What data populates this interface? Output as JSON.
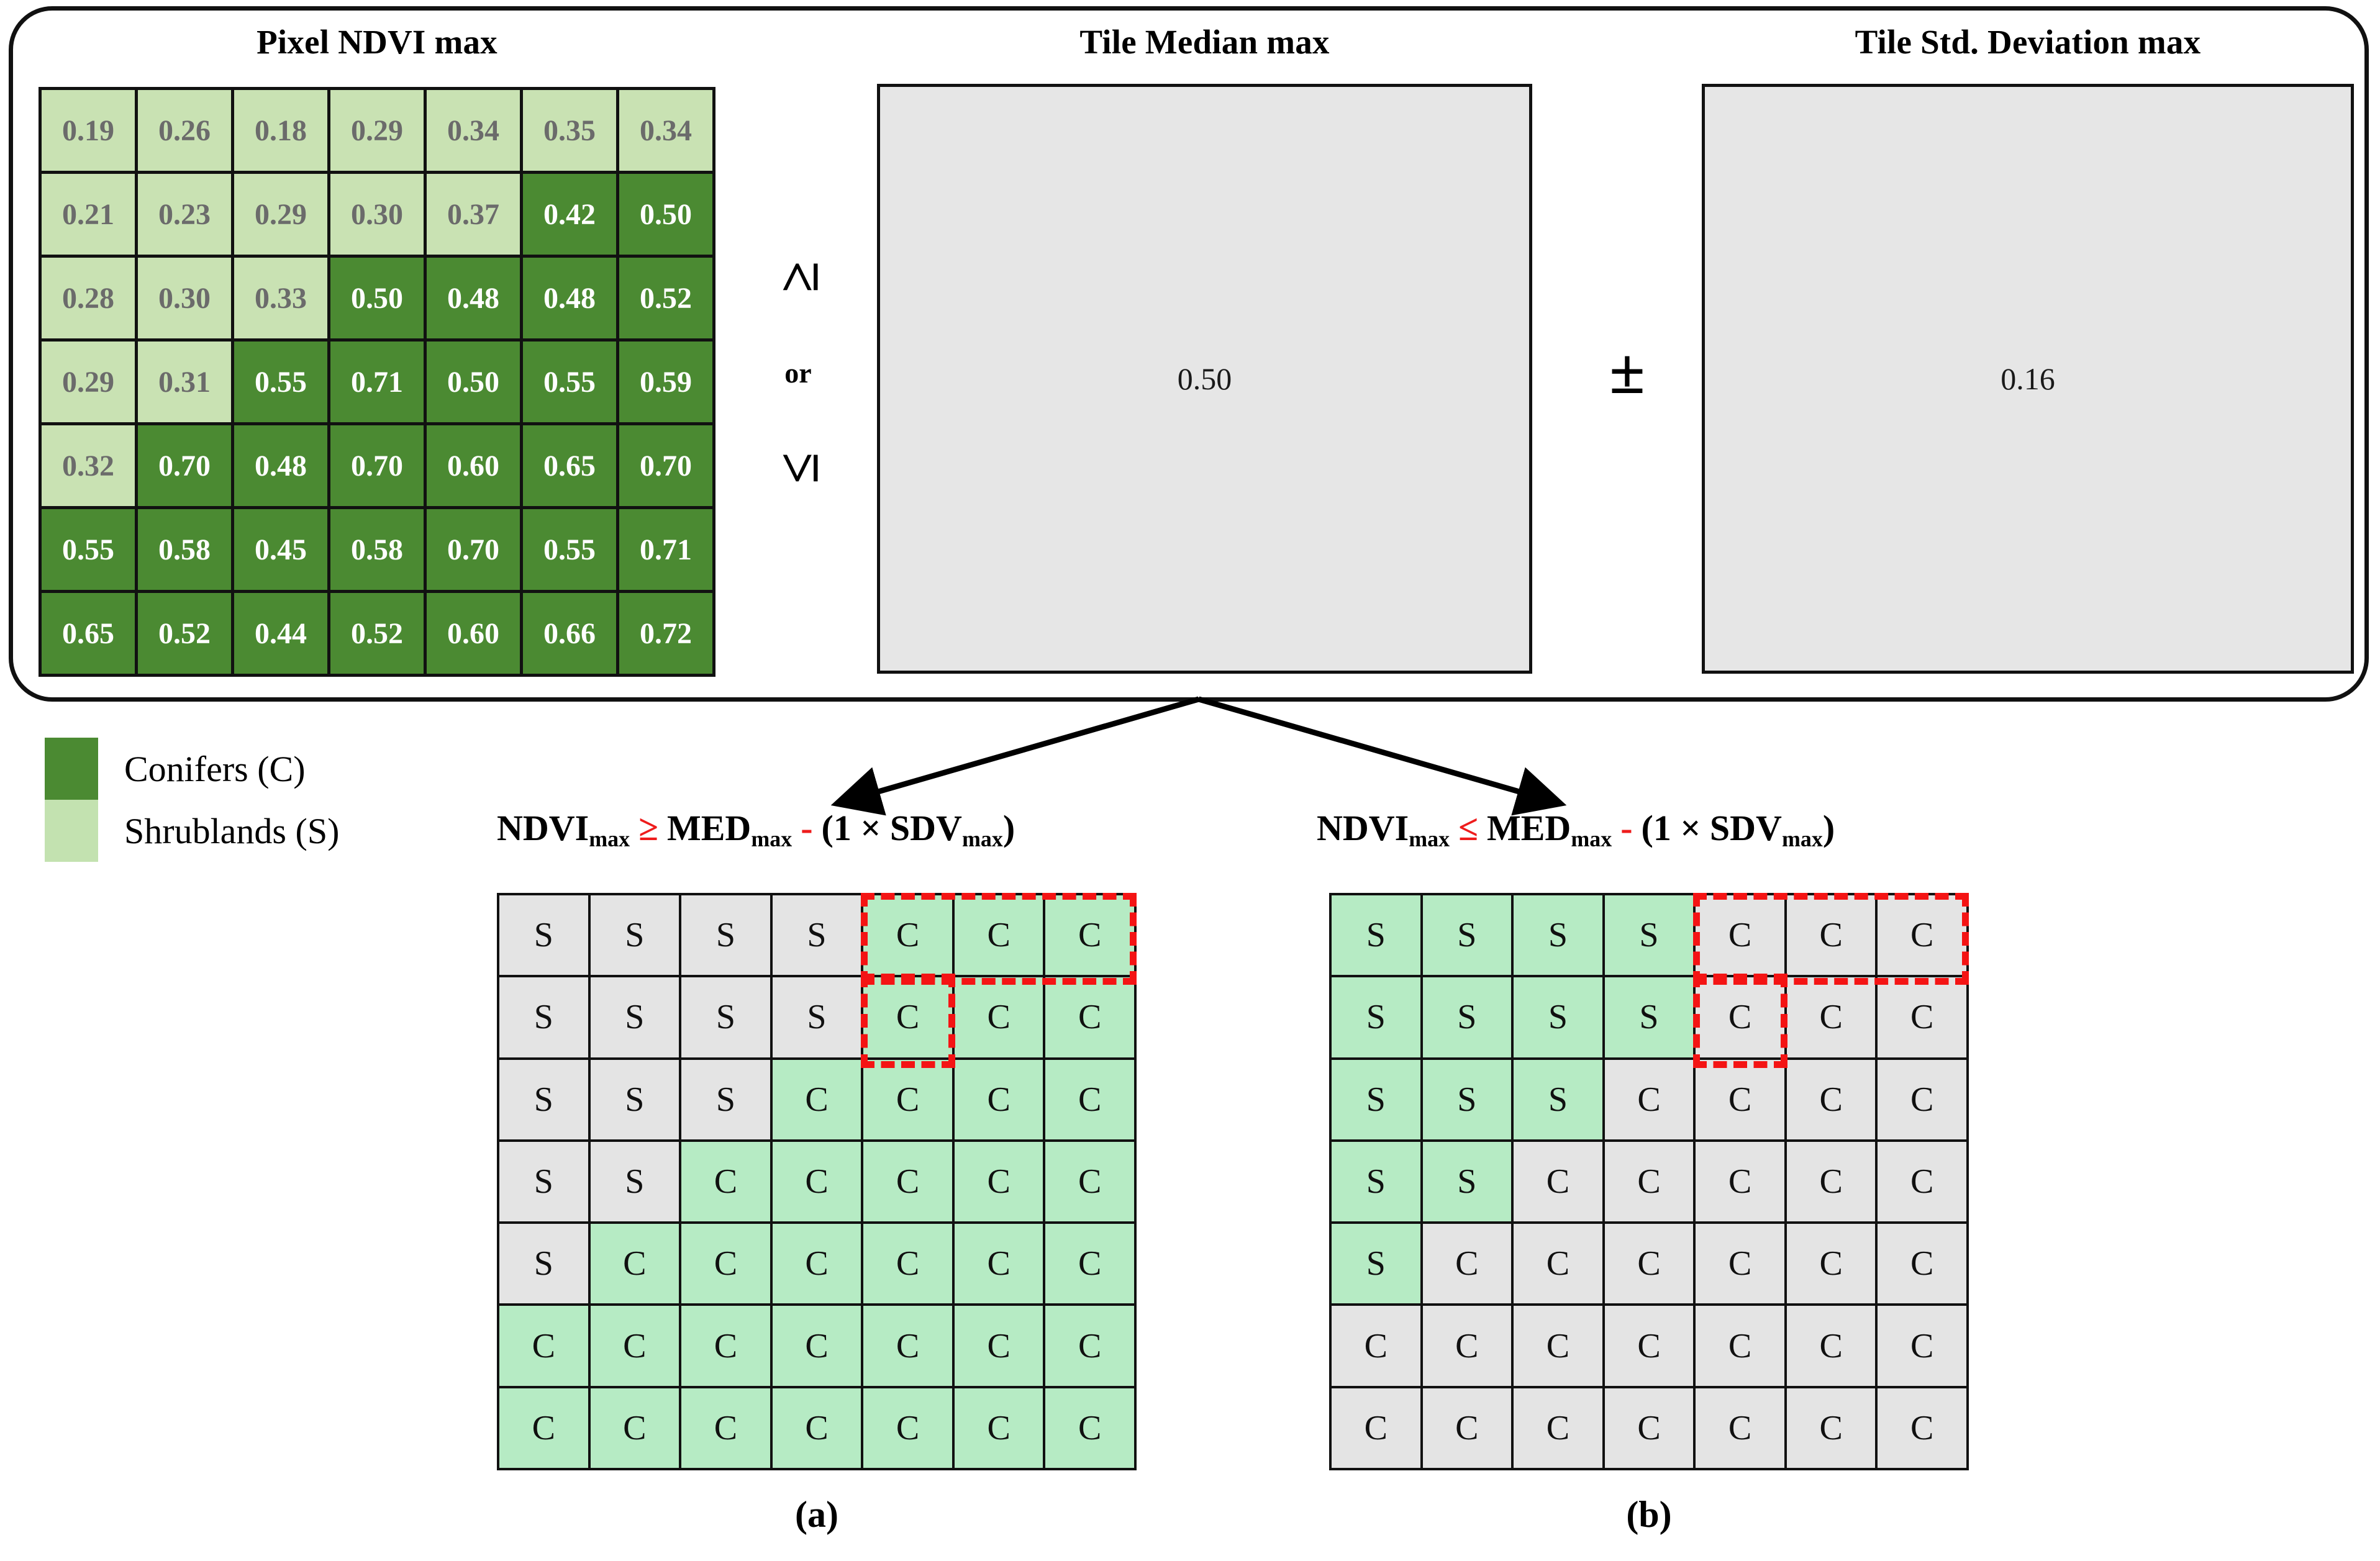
{
  "panels": {
    "pixel_ndvi_title": "Pixel  NDVI max",
    "tile_median_title": "Tile Median max",
    "tile_sdv_title": "Tile Std. Deviation max",
    "tile_median_value": "0.50",
    "tile_sdv_value": "0.16"
  },
  "operators": {
    "gte": "≥",
    "or": "or",
    "lte": "≤",
    "plusminus": "±"
  },
  "legend": {
    "items": [
      {
        "label": "Conifers (C)",
        "color": "#4b8a32",
        "code": "C"
      },
      {
        "label": "Shrublands (S)",
        "color": "#c3e2b0",
        "code": "S"
      }
    ]
  },
  "formulas": {
    "a": {
      "lhs": "NDVI",
      "lhs_sub": "max",
      "op": "≥",
      "rhs1": "MED",
      "rhs1_sub": "max",
      "minus": "-",
      "tail_open": "(1 × SDV",
      "tail_sub": "max",
      "tail_close": ")"
    },
    "b": {
      "lhs": "NDVI",
      "lhs_sub": "max",
      "op": "≤",
      "rhs1": "MED",
      "rhs1_sub": "max",
      "minus": "-",
      "tail_open": "(1 × SDV",
      "tail_sub": "max",
      "tail_close": ")"
    }
  },
  "captions": {
    "a": "(a)",
    "b": "(b)"
  },
  "colors": {
    "conifer_dark": "#4b8a32",
    "shrub_light": "#c9e2b3",
    "class_green": "#b6ebc4",
    "class_grey": "#e4e4e4",
    "highlight_red": "#f41414",
    "formula_red": "#ee1c1c",
    "box_grey": "#e6e6e6"
  },
  "chart_data": {
    "type": "heatmap",
    "title": "NDVI max tile classification example",
    "grids": [
      {
        "name": "pixel-ndvi-max",
        "title": "Pixel  NDVI max",
        "rows": 7,
        "cols": 7,
        "values": [
          [
            0.19,
            0.26,
            0.18,
            0.29,
            0.34,
            0.35,
            0.34
          ],
          [
            0.21,
            0.23,
            0.29,
            0.3,
            0.37,
            0.42,
            0.5
          ],
          [
            0.28,
            0.3,
            0.33,
            0.5,
            0.48,
            0.48,
            0.52
          ],
          [
            0.29,
            0.31,
            0.55,
            0.71,
            0.5,
            0.55,
            0.59
          ],
          [
            0.32,
            0.7,
            0.48,
            0.7,
            0.6,
            0.65,
            0.7
          ],
          [
            0.55,
            0.58,
            0.45,
            0.58,
            0.7,
            0.55,
            0.71
          ],
          [
            0.65,
            0.52,
            0.44,
            0.52,
            0.6,
            0.66,
            0.72
          ]
        ],
        "classes": [
          [
            "S",
            "S",
            "S",
            "S",
            "S",
            "S",
            "S"
          ],
          [
            "S",
            "S",
            "S",
            "S",
            "S",
            "C",
            "C"
          ],
          [
            "S",
            "S",
            "S",
            "C",
            "C",
            "C",
            "C"
          ],
          [
            "S",
            "S",
            "C",
            "C",
            "C",
            "C",
            "C"
          ],
          [
            "S",
            "C",
            "C",
            "C",
            "C",
            "C",
            "C"
          ],
          [
            "C",
            "C",
            "C",
            "C",
            "C",
            "C",
            "C"
          ],
          [
            "C",
            "C",
            "C",
            "C",
            "C",
            "C",
            "C"
          ]
        ]
      },
      {
        "name": "classification-a",
        "caption": "(a)",
        "rows": 7,
        "cols": 7,
        "labels": [
          [
            "S",
            "S",
            "S",
            "S",
            "C",
            "C",
            "C"
          ],
          [
            "S",
            "S",
            "S",
            "S",
            "C",
            "C",
            "C"
          ],
          [
            "S",
            "S",
            "S",
            "C",
            "C",
            "C",
            "C"
          ],
          [
            "S",
            "S",
            "C",
            "C",
            "C",
            "C",
            "C"
          ],
          [
            "S",
            "C",
            "C",
            "C",
            "C",
            "C",
            "C"
          ],
          [
            "C",
            "C",
            "C",
            "C",
            "C",
            "C",
            "C"
          ],
          [
            "C",
            "C",
            "C",
            "C",
            "C",
            "C",
            "C"
          ]
        ],
        "fills": [
          [
            "grey",
            "grey",
            "grey",
            "grey",
            "green",
            "green",
            "green"
          ],
          [
            "grey",
            "grey",
            "grey",
            "grey",
            "green",
            "green",
            "green"
          ],
          [
            "grey",
            "grey",
            "grey",
            "green",
            "green",
            "green",
            "green"
          ],
          [
            "grey",
            "grey",
            "green",
            "green",
            "green",
            "green",
            "green"
          ],
          [
            "grey",
            "green",
            "green",
            "green",
            "green",
            "green",
            "green"
          ],
          [
            "green",
            "green",
            "green",
            "green",
            "green",
            "green",
            "green"
          ],
          [
            "green",
            "green",
            "green",
            "green",
            "green",
            "green",
            "green"
          ]
        ],
        "highlights": [
          {
            "row": 0,
            "col_start": 4,
            "col_end": 6
          },
          {
            "row": 1,
            "col_start": 4,
            "col_end": 4
          }
        ]
      },
      {
        "name": "classification-b",
        "caption": "(b)",
        "rows": 7,
        "cols": 7,
        "labels": [
          [
            "S",
            "S",
            "S",
            "S",
            "C",
            "C",
            "C"
          ],
          [
            "S",
            "S",
            "S",
            "S",
            "C",
            "C",
            "C"
          ],
          [
            "S",
            "S",
            "S",
            "C",
            "C",
            "C",
            "C"
          ],
          [
            "S",
            "S",
            "C",
            "C",
            "C",
            "C",
            "C"
          ],
          [
            "S",
            "C",
            "C",
            "C",
            "C",
            "C",
            "C"
          ],
          [
            "C",
            "C",
            "C",
            "C",
            "C",
            "C",
            "C"
          ],
          [
            "C",
            "C",
            "C",
            "C",
            "C",
            "C",
            "C"
          ]
        ],
        "fills": [
          [
            "green",
            "green",
            "green",
            "green",
            "grey",
            "grey",
            "grey"
          ],
          [
            "green",
            "green",
            "green",
            "green",
            "grey",
            "grey",
            "grey"
          ],
          [
            "green",
            "green",
            "green",
            "grey",
            "grey",
            "grey",
            "grey"
          ],
          [
            "green",
            "green",
            "grey",
            "grey",
            "grey",
            "grey",
            "grey"
          ],
          [
            "green",
            "grey",
            "grey",
            "grey",
            "grey",
            "grey",
            "grey"
          ],
          [
            "grey",
            "grey",
            "grey",
            "grey",
            "grey",
            "grey",
            "grey"
          ],
          [
            "grey",
            "grey",
            "grey",
            "grey",
            "grey",
            "grey",
            "grey"
          ]
        ],
        "highlights": [
          {
            "row": 0,
            "col_start": 4,
            "col_end": 6
          },
          {
            "row": 1,
            "col_start": 4,
            "col_end": 4
          }
        ]
      }
    ]
  }
}
